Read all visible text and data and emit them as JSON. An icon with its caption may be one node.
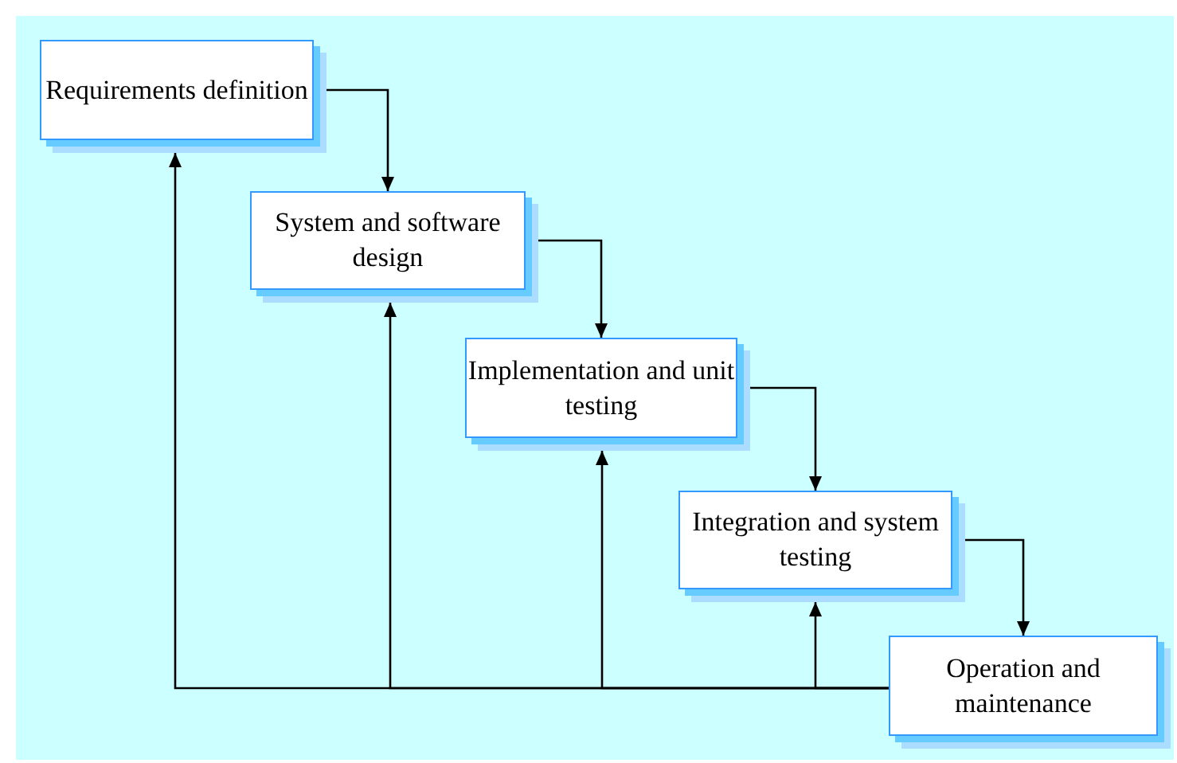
{
  "diagram": {
    "nodes": [
      {
        "text": [
          "Requirements definition"
        ]
      },
      {
        "text": [
          "System and software design"
        ]
      },
      {
        "text": [
          "Implementation and unit testing"
        ]
      },
      {
        "text": [
          "Integration and system testing"
        ]
      },
      {
        "text": [
          "Operation and maintenance"
        ]
      }
    ],
    "edges": [
      {
        "from": 0,
        "to": 1,
        "arrow": "to"
      },
      {
        "from": 1,
        "to": 2,
        "arrow": "to"
      },
      {
        "from": 2,
        "to": 3,
        "arrow": "to"
      },
      {
        "from": 3,
        "to": 4,
        "arrow": "to"
      },
      {
        "from": 4,
        "to": 0,
        "arrow": "to"
      },
      {
        "from": 4,
        "to": 1,
        "arrow": "to"
      },
      {
        "from": 4,
        "to": 2,
        "arrow": "to"
      },
      {
        "from": 4,
        "to": 3,
        "arrow": "to"
      }
    ]
  }
}
